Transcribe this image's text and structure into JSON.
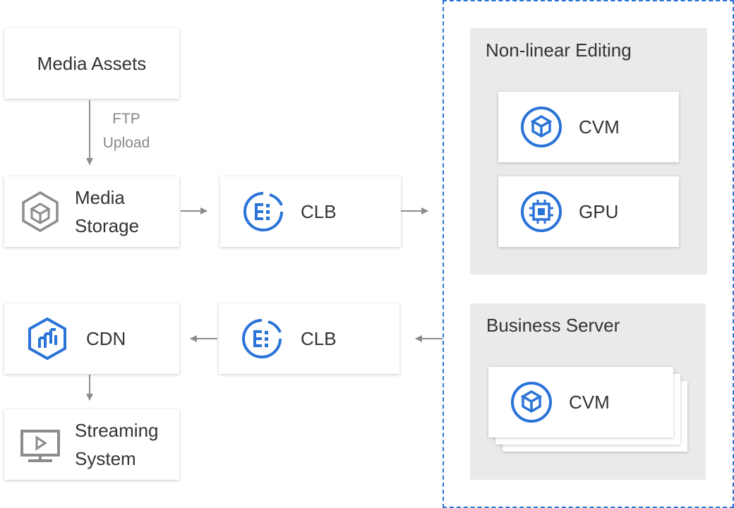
{
  "nodes": {
    "media_assets": "Media Assets",
    "ftp_line1": "FTP",
    "ftp_line2": "Upload",
    "media_storage_line1": "Media",
    "media_storage_line2": "Storage",
    "clb_top": "CLB",
    "clb_bottom": "CLB",
    "cdn": "CDN",
    "streaming_line1": "Streaming",
    "streaming_line2": "System"
  },
  "groups": {
    "nonlinear": {
      "title": "Non-linear Editing",
      "cvm": "CVM",
      "gpu": "GPU"
    },
    "business": {
      "title": "Business Server",
      "cvm": "CVM"
    }
  },
  "colors": {
    "accent": "#2a73d8",
    "arrow": "#8c8c8c",
    "panel": "#e9eaeb",
    "storage_icon": "#8c8c8c",
    "stream_icon": "#8c8c8c"
  },
  "icons": [
    "cube-storage-icon",
    "clb-icon",
    "cvm-icon",
    "gpu-icon",
    "cdn-icon",
    "monitor-play-icon"
  ]
}
